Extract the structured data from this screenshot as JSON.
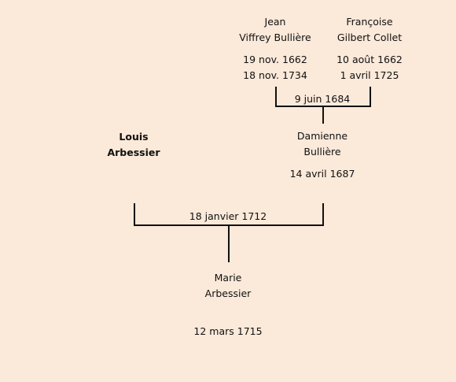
{
  "people": {
    "jean": {
      "first": "Jean",
      "last": "Viffrey Bullière",
      "birth": "19 nov. 1662",
      "death": "18 nov. 1734"
    },
    "francoise": {
      "first": "Françoise",
      "last": "Gilbert Collet",
      "birth": "10 août 1662",
      "death": "1 avril 1725"
    },
    "louis": {
      "first": "Louis",
      "last": "Arbessier"
    },
    "damienne": {
      "first": "Damienne",
      "last": "Bullière",
      "birth": "14 avril 1687"
    },
    "marie": {
      "first": "Marie",
      "last": "Arbessier",
      "birth": "12 mars 1715"
    }
  },
  "marriages": {
    "jean_francoise": "9 juin 1684",
    "louis_damienne": "18 janvier 1712"
  }
}
